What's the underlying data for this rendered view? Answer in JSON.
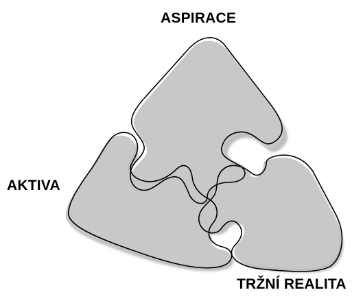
{
  "labels": {
    "top": "ASPIRACE",
    "left": "AKTIVA",
    "bottom": "TRŽNÍ REALITA"
  },
  "colors": {
    "piece_fill": "#c8c8c8",
    "shadow_fill": "#8a8a8a",
    "outline": "#000000",
    "label_text": "#000000"
  },
  "pieces": [
    {
      "name": "aspirace-piece"
    },
    {
      "name": "aktiva-piece"
    },
    {
      "name": "trzni-realita-piece"
    }
  ]
}
